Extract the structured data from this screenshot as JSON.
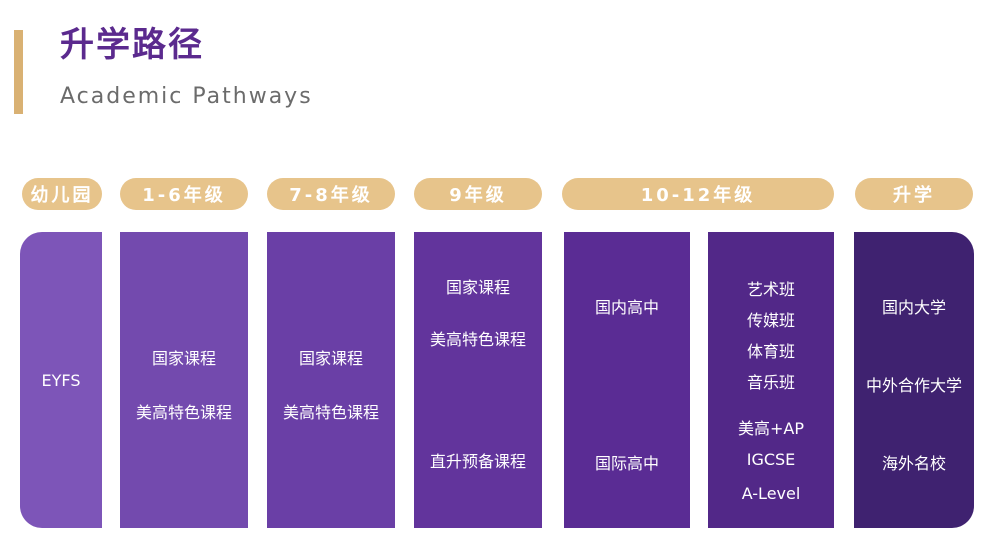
{
  "header": {
    "title": "升学路径",
    "subtitle": "Academic Pathways"
  },
  "stages": [
    "幼儿园",
    "1-6年级",
    "7-8年级",
    "9年级",
    "10-12年级",
    "升学"
  ],
  "columns": {
    "kindergarten": [
      "EYFS"
    ],
    "grade_1_6": [
      "国家课程",
      "美高特色课程"
    ],
    "grade_7_8": [
      "国家课程",
      "美高特色课程"
    ],
    "grade_9_top": [
      "国家课程",
      "美高特色课程"
    ],
    "grade_9_bottom": [
      "直升预备课程"
    ],
    "high_school": [
      "国内高中",
      "国际高中"
    ],
    "tracks_domestic": [
      "艺术班",
      "传媒班",
      "体育班",
      "音乐班"
    ],
    "tracks_international": [
      "美高+AP",
      "IGCSE",
      "A-Level"
    ],
    "destinations": [
      "国内大学",
      "中外合作大学",
      "海外名校"
    ]
  },
  "colors": {
    "accent": "#d9b173",
    "pill": "#e7c48b",
    "title": "#5b2a8e",
    "purple_light": "#7d55b8",
    "purple_dark": "#3f2270"
  }
}
